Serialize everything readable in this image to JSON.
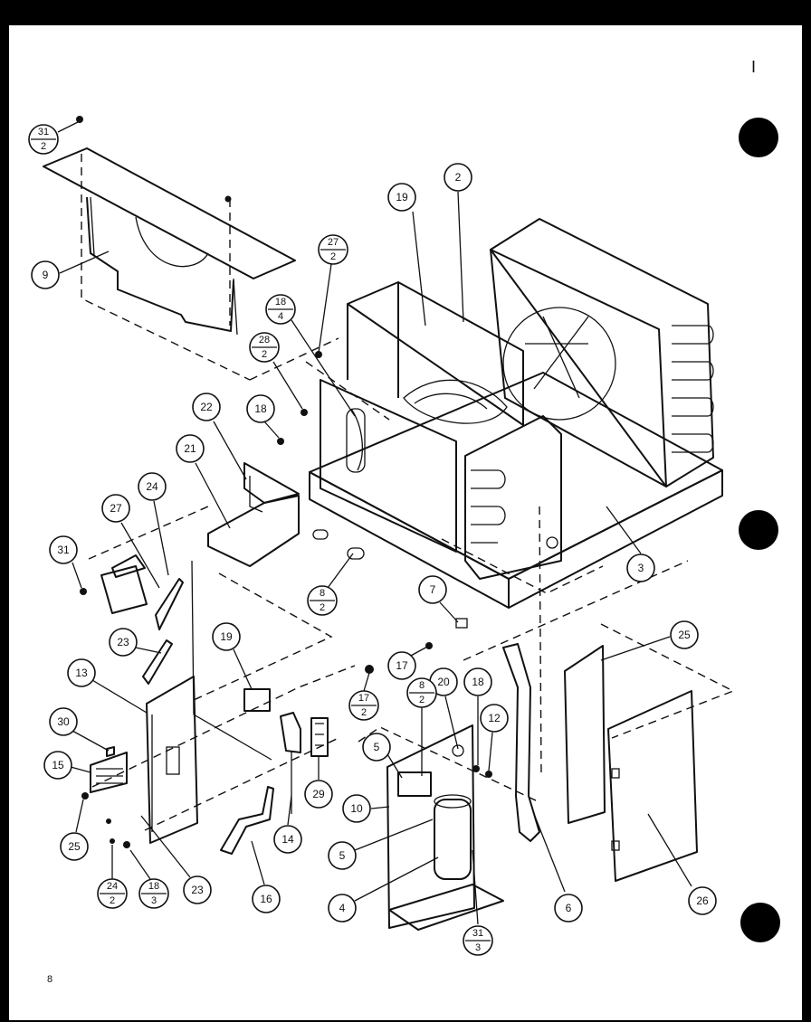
{
  "page": {
    "page_mark": "I",
    "footer_mark": "8",
    "background_color": "#ffffff",
    "border_color": "#000000"
  },
  "callouts": {
    "c9": "9",
    "c19a": "19",
    "c2": "2",
    "c22": "22",
    "c18a": "18",
    "c21": "21",
    "c24": "24",
    "c27b": "27",
    "c31a": "31",
    "c23a": "23",
    "c13": "13",
    "c30": "30",
    "c15": "15",
    "c25a": "25",
    "c19b": "19",
    "c7": "7",
    "c17a": "17",
    "c20": "20",
    "c18b": "18",
    "c12": "12",
    "c5a": "5",
    "c10": "10",
    "c5b": "5",
    "c4": "4",
    "c29": "29",
    "c14": "14",
    "c16": "16",
    "c23b": "23",
    "c3": "3",
    "c25b": "25",
    "c26": "26",
    "c6": "6"
  },
  "fractions": {
    "f31_2": {
      "top": "31",
      "bottom": "2"
    },
    "f27_2": {
      "top": "27",
      "bottom": "2"
    },
    "f18_4": {
      "top": "18",
      "bottom": "4"
    },
    "f28_2": {
      "top": "28",
      "bottom": "2"
    },
    "f8_2a": {
      "top": "8",
      "bottom": "2"
    },
    "f17_2": {
      "top": "17",
      "bottom": "2"
    },
    "f8_2b": {
      "top": "8",
      "bottom": "2"
    },
    "f24_2": {
      "top": "24",
      "bottom": "2"
    },
    "f18_3": {
      "top": "18",
      "bottom": "3"
    },
    "f31_3": {
      "top": "31",
      "bottom": "3"
    }
  }
}
